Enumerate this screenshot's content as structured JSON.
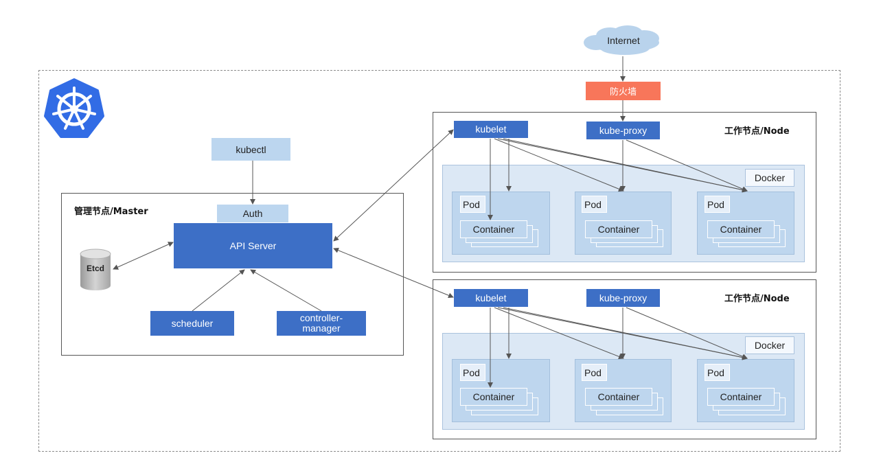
{
  "internet": "Internet",
  "firewall": "防火墙",
  "master": {
    "title": "管理节点/Master",
    "kubectl": "kubectl",
    "auth": "Auth",
    "api_server": "API Server",
    "etcd": "Etcd",
    "scheduler": "scheduler",
    "controller_manager": "controller-\nmanager"
  },
  "nodes": [
    {
      "title": "工作节点/Node",
      "kubelet": "kubelet",
      "kube_proxy": "kube-proxy",
      "docker": "Docker",
      "pods": [
        {
          "label": "Pod",
          "container": "Container"
        },
        {
          "label": "Pod",
          "container": "Container"
        },
        {
          "label": "Pod",
          "container": "Container"
        }
      ]
    },
    {
      "title": "工作节点/Node",
      "kubelet": "kubelet",
      "kube_proxy": "kube-proxy",
      "docker": "Docker",
      "pods": [
        {
          "label": "Pod",
          "container": "Container"
        },
        {
          "label": "Pod",
          "container": "Container"
        },
        {
          "label": "Pod",
          "container": "Container"
        }
      ]
    }
  ],
  "colors": {
    "primary_blue": "#3d6fc6",
    "light_blue": "#bcd6ef",
    "firewall": "#f8765a",
    "kubernetes_logo": "#326ce5"
  },
  "icons": {
    "logo": "kubernetes-helm-wheel-icon",
    "internet": "cloud-icon",
    "etcd": "database-cylinder-icon"
  }
}
